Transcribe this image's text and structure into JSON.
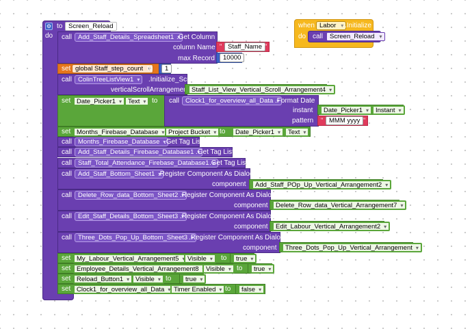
{
  "labor_event": {
    "when": "when",
    "component": "Labor",
    "event": ".Initialize",
    "do": "do",
    "call": "call",
    "proc": "Screen_Reload"
  },
  "proc": {
    "gear_icon": "gear-icon",
    "to": "to",
    "name": "Screen_Reload",
    "do": "do"
  },
  "b1": {
    "call": "call",
    "component": "Add_Staff_Details_Spreadsheet1",
    "method": ".Get Column",
    "arg1": "column Name",
    "arg1_val": "Staff_Name",
    "arg2": "max Record",
    "arg2_val": "10000"
  },
  "b2": {
    "set": "set",
    "var": "global Staff_step_count",
    "to": "to",
    "val": "1"
  },
  "b3": {
    "call": "call",
    "component": "ColinTreeListView1",
    "method": ".Initialize_Scroll",
    "arg1": "verticalScrollArrangement",
    "arg1_val": "Staff_List_View_Vertical_Scroll_Arrangement4"
  },
  "b4": {
    "set": "set",
    "component": "Date_Picker1",
    "prop": "Text",
    "to": "to",
    "call": "call",
    "clock": "Clock1_for_overview_all_Data",
    "method": ".Format Date",
    "arg1": "instant",
    "arg1_comp": "Date_Picker1",
    "arg1_prop": "Instant",
    "arg2": "pattern",
    "arg2_val": "MMM yyyy"
  },
  "b5": {
    "set": "set",
    "component": "Months_Firebase_Database",
    "prop": "Project Bucket",
    "to": "to",
    "val_comp": "Date_Picker1",
    "val_prop": "Text"
  },
  "b6": {
    "call": "call",
    "component": "Months_Firebase_Database",
    "method": ".Get Tag List"
  },
  "b7": {
    "call": "call",
    "component": "Add_Staff_Details_Firebase_Database1",
    "method": ".Get Tag List"
  },
  "b8": {
    "call": "call",
    "component": "Staff_Total_Attendance_Firebase_Database1",
    "method": ".Get Tag List"
  },
  "b9": {
    "call": "call",
    "component": "Add_Staff_Bottom_Sheet1",
    "method": ".Register Component As Dialog",
    "arg": "component",
    "arg_val": "Add_Staff_POp_Up_Vertical_Arrangement2"
  },
  "b10": {
    "call": "call",
    "component": "Delete_Row_data_Bottom_Sheet2",
    "method": ".Register Component As Dialog",
    "arg": "component",
    "arg_val": "Delete_Row_data_Vertical_Arrangement7"
  },
  "b11": {
    "call": "call",
    "component": "Edit_Staff_Details_Bottom_Sheet3",
    "method": ".Register Component As Dialog",
    "arg": "component",
    "arg_val": "Edit_Labour_Vertical_Arrangement2"
  },
  "b12": {
    "call": "call",
    "component": "Three_Dots_Pop_Up_Bottom_Sheet3",
    "method": ".Register Component As Dialog",
    "arg": "component",
    "arg_val": "Three_Dots_Pop_Up_Vertical_Arrangement"
  },
  "b13": {
    "set": "set",
    "component": "My_Labour_Vertical_Arrangement5",
    "prop": "Visible",
    "to": "to",
    "val": "true"
  },
  "b14": {
    "set": "set",
    "component": "Employee_Details_Vertical_Arrangement8",
    "prop": "Visible",
    "to": "to",
    "val": "true"
  },
  "b15": {
    "set": "set",
    "component": "Reload_Button1",
    "prop": "Visible",
    "to": "to",
    "val": "true"
  },
  "b16": {
    "set": "set",
    "component": "Clock1_for_overview_all_Data",
    "prop": "Timer Enabled",
    "to": "to",
    "val": "false"
  },
  "colors": {
    "procedure": "#6a3fb0",
    "component_setter": "#5aa63a",
    "variable": "#e6761c",
    "text": "#e03a5c",
    "math": "#3c61c8",
    "event": "#f6b81e",
    "logic": "#5aa63a"
  }
}
